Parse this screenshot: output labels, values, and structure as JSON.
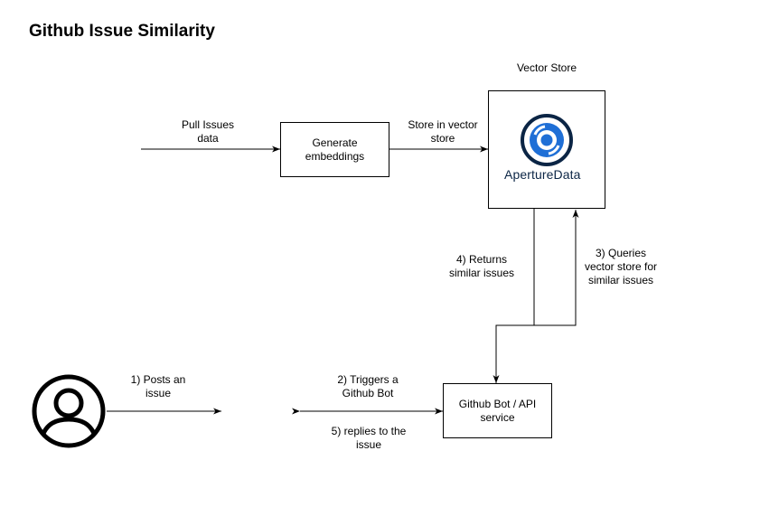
{
  "title": "Github Issue Similarity",
  "nodes": {
    "generate_embeddings": [
      "Generate",
      "embeddings"
    ],
    "vector_store_label": "Vector Store",
    "vector_store_logo_text": "ApertureData",
    "github_bot": [
      "Github Bot / API",
      "service"
    ]
  },
  "edges": {
    "pull_issues": [
      "Pull Issues",
      "data"
    ],
    "store_in_vector": [
      "Store in vector",
      "store"
    ],
    "returns": [
      "4) Returns",
      "similar issues"
    ],
    "queries": [
      "3) Queries",
      "vector store for",
      "similar issues"
    ],
    "posts_issue": [
      "1) Posts an",
      "issue"
    ],
    "triggers_bot": [
      "2) Triggers a",
      "Github Bot"
    ],
    "replies": [
      "5) replies to the",
      "issue"
    ]
  },
  "icons": {
    "user": "user-icon",
    "logo": "aperturedata-logo-icon"
  },
  "colors": {
    "logo_blue": "#1f6fd6",
    "logo_dark": "#0b2545"
  }
}
